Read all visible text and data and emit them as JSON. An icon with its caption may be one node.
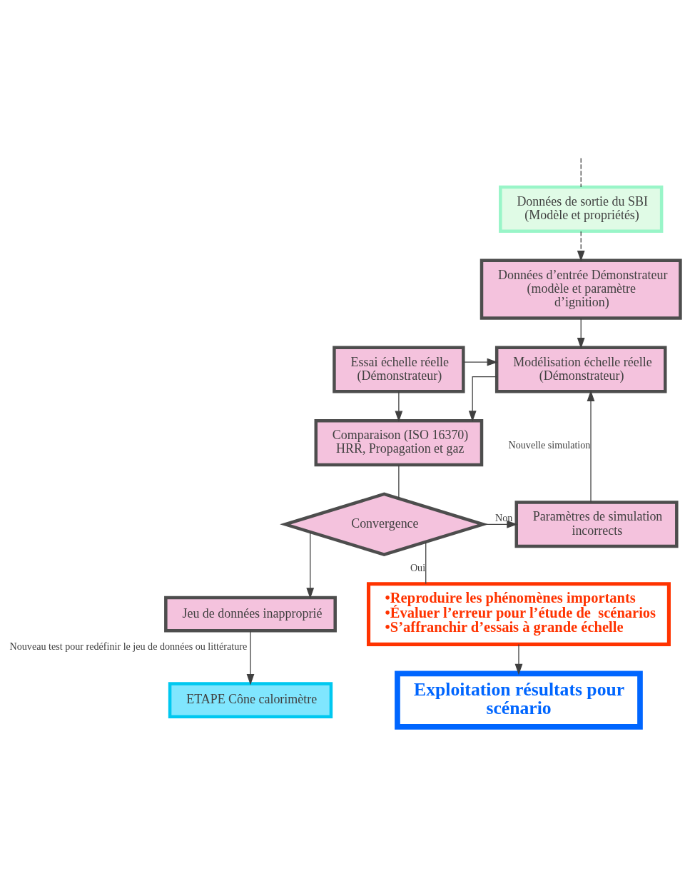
{
  "diagram": {
    "nodes": [
      {
        "text": [
          "Données de sortie du SBI (Modèle et propriétés)"
        ]
      },
      {
        "text": [
          "Données d’entrée Démonstrateur (modèle et paramètre d’ignition)"
        ]
      },
      {
        "text": [
          "Modélisation échelle réelle (Démonstrateur)"
        ]
      },
      {
        "text": [
          "Essai échelle réelle (Démonstrateur)"
        ]
      },
      {
        "text": [
          "Comparaison (ISO 16370)",
          "HRR, Propagation et gaz"
        ]
      },
      {
        "text": [
          "Convergence"
        ]
      },
      {
        "text": [
          "Paramètres de simulation incorrects"
        ]
      },
      {
        "text": [
          "Jeu de données inapproprié"
        ]
      },
      {
        "text": [
          "ETAPE Cône calorimètre"
        ]
      },
      {
        "text": [
          "•Reproduire les phénomènes importants",
          "•Évaluer l’erreur pour l’étude de  scénarios",
          "•S’affranchir d’essais à grande échelle"
        ]
      },
      {
        "text": [
          "Exploitation résultats pour scénario"
        ]
      }
    ],
    "edges": [
      {
        "from": null,
        "to": 0,
        "arrow": "none",
        "style": "dashed"
      },
      {
        "from": 0,
        "to": 1,
        "arrow": "to",
        "style": "dashed"
      },
      {
        "from": 1,
        "to": 2,
        "arrow": "to"
      },
      {
        "from": 3,
        "to": 2,
        "arrow": "to"
      },
      {
        "from": 2,
        "to": 4,
        "arrow": "to"
      },
      {
        "from": 3,
        "to": 4,
        "arrow": "to"
      },
      {
        "from": 4,
        "to": 5,
        "arrow": "none"
      },
      {
        "from": 5,
        "to": 6,
        "arrow": "to",
        "label": "Non"
      },
      {
        "from": 5,
        "to": 7,
        "arrow": "to"
      },
      {
        "from": 6,
        "to": 2,
        "arrow": "to",
        "label": "Nouvelle simulation"
      },
      {
        "from": 7,
        "to": 8,
        "arrow": "to",
        "label": "Nouveau test pour redéfinir le jeu de données ou littérature"
      },
      {
        "from": 5,
        "to": 9,
        "arrow": "none",
        "label": "Oui"
      },
      {
        "from": 9,
        "to": 10,
        "arrow": "to"
      }
    ]
  }
}
